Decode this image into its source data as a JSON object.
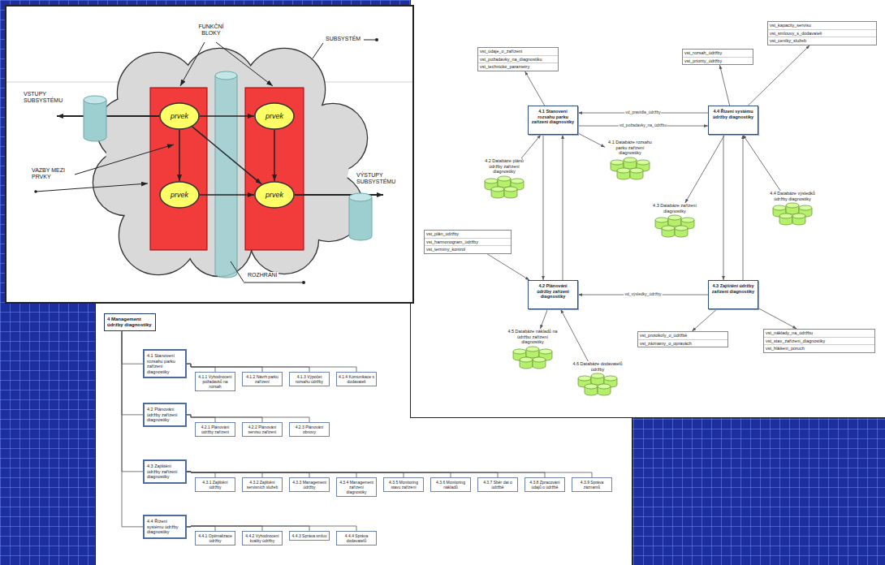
{
  "diagram": {
    "nodes": [
      {
        "text": [
          "prvek"
        ]
      },
      {
        "text": [
          "prvek"
        ]
      },
      {
        "text": [
          "prvek"
        ]
      },
      {
        "text": [
          "prvek"
        ]
      },
      {
        "text": [
          "4.1 Stanovení rozsahu parku zařízení diagnostiky"
        ]
      },
      {
        "text": [
          "4.4 Řízení systému údržby diagnostiky"
        ]
      },
      {
        "text": [
          "4.2 Plánování údržby zařízení diagnostiky"
        ]
      },
      {
        "text": [
          "4.3 Zajištění údržby zařízení diagnostiky"
        ]
      },
      {
        "text": [
          "4.1 Databáze rozsahu parku zařízení diagnostiky"
        ]
      },
      {
        "text": [
          "4.2 Databáze plánů údržby zařízení diagnostiky"
        ]
      },
      {
        "text": [
          "4.3 Databáze zařízení diagnostiky"
        ]
      },
      {
        "text": [
          "4.4 Databáze výsledků údržby diagnostiky"
        ]
      },
      {
        "text": [
          "4.5 Databáze nákladů na údržbu zařízení diagnostiky"
        ]
      },
      {
        "text": [
          "4.6 Databáze dodavatelů údržby"
        ]
      },
      {
        "text": [
          "vst_údaje_o_zařízení",
          "vst_požadavky_na_diagnostiku",
          "vst_technické_parametry"
        ]
      },
      {
        "text": [
          "vst_rozsah_údržby",
          "vst_priority_údržby"
        ]
      },
      {
        "text": [
          "vst_kapacity_servisu",
          "vst_smlouvy_s_dodavateli",
          "vst_ceníky_služeb"
        ]
      },
      {
        "text": [
          "vst_plán_údržby",
          "vst_harmonogram_údržby",
          "vst_termíny_kontrol"
        ]
      },
      {
        "text": [
          "vst_protokoly_o_údržbě",
          "vst_záznamy_o_opravách"
        ]
      },
      {
        "text": [
          "vst_náklady_na_údržbu",
          "vst_stav_zařízení_diagnostiky",
          "vst_hlášení_poruch"
        ]
      },
      {
        "text": [
          "4 Management údržby diagnostiky"
        ]
      },
      {
        "text": [
          "4.1 Stanovení rozsahu parku zařízení diagnostiky"
        ]
      },
      {
        "text": [
          "4.1.1 Vyhodnocení požadavků na rozsah"
        ]
      },
      {
        "text": [
          "4.1.2 Návrh parku zařízení"
        ]
      },
      {
        "text": [
          "4.1.3 Výpočet rozsahu údržby"
        ]
      },
      {
        "text": [
          "4.1.4 Komunikace s dodavateli"
        ]
      },
      {
        "text": [
          "4.2 Plánování údržby zařízení diagnostiky"
        ]
      },
      {
        "text": [
          "4.2.1 Plánování údržby zařízení"
        ]
      },
      {
        "text": [
          "4.2.2 Plánování servisu zařízení"
        ]
      },
      {
        "text": [
          "4.2.3 Plánování obnovy"
        ]
      },
      {
        "text": [
          "4.3 Zajištění údržby zařízení diagnostiky"
        ]
      },
      {
        "text": [
          "4.3.1 Zajištění údržby"
        ]
      },
      {
        "text": [
          "4.3.2 Zajištění servisních služeb"
        ]
      },
      {
        "text": [
          "4.3.3 Management údržby"
        ]
      },
      {
        "text": [
          "4.3.4 Management zařízení diagnostiky"
        ]
      },
      {
        "text": [
          "4.3.5 Monitoring stavu zařízení"
        ]
      },
      {
        "text": [
          "4.3.6 Monitoring nákladů"
        ]
      },
      {
        "text": [
          "4.3.7 Sběr dat o údržbě"
        ]
      },
      {
        "text": [
          "4.3.8 Zpracování údajů o údržbě"
        ]
      },
      {
        "text": [
          "4.3.9 Správa záznamů"
        ]
      },
      {
        "text": [
          "4.4 Řízení systému údržby diagnostiky"
        ]
      },
      {
        "text": [
          "4.4.1 Optimalizace údržby"
        ]
      },
      {
        "text": [
          "4.4.2 Vyhodnocení kvality údržby"
        ]
      },
      {
        "text": [
          "4.4.3 Správa smluv"
        ]
      },
      {
        "text": [
          "4.4.4 Správa dodavatelů"
        ]
      }
    ],
    "edges": [
      {
        "from": 0,
        "to": 1,
        "arrow": "to"
      },
      {
        "from": 0,
        "to": 2,
        "arrow": "to"
      },
      {
        "from": 1,
        "to": 3,
        "arrow": "to"
      },
      {
        "from": 0,
        "to": 3,
        "arrow": "to"
      },
      {
        "from": 2,
        "to": 3,
        "arrow": "to"
      },
      {
        "from": 5,
        "to": 4,
        "label": "vd_pravidla_údržby",
        "arrow": "to"
      },
      {
        "from": 4,
        "to": 5,
        "label": "vd_požadavky_na_údržbu",
        "arrow": "to"
      },
      {
        "from": 4,
        "to": 6,
        "arrow": "to"
      },
      {
        "from": 6,
        "to": 4,
        "arrow": "to"
      },
      {
        "from": 5,
        "to": 7,
        "arrow": "to"
      },
      {
        "from": 7,
        "to": 5,
        "arrow": "to"
      },
      {
        "from": 7,
        "to": 6,
        "label": "vd_výsledky_údržby",
        "arrow": "to"
      },
      {
        "from": 4,
        "to": 8,
        "arrow": "to"
      },
      {
        "from": 9,
        "to": 4,
        "arrow": "to"
      },
      {
        "from": 5,
        "to": 10,
        "arrow": "to"
      },
      {
        "from": 11,
        "to": 5,
        "arrow": "to"
      },
      {
        "from": 6,
        "to": 12,
        "arrow": "to"
      },
      {
        "from": 13,
        "to": 6,
        "arrow": "to"
      },
      {
        "from": 4,
        "to": 14,
        "arrow": "to"
      },
      {
        "from": 5,
        "to": 15,
        "arrow": "to"
      },
      {
        "from": 5,
        "to": 16,
        "arrow": "to"
      },
      {
        "from": 17,
        "to": 6,
        "arrow": "to"
      },
      {
        "from": 7,
        "to": 18,
        "arrow": "to"
      },
      {
        "from": 7,
        "to": 19,
        "arrow": "to"
      },
      {
        "from": 20,
        "to": 21,
        "arrow": "none"
      },
      {
        "from": 21,
        "to": 22,
        "arrow": "none"
      },
      {
        "from": 21,
        "to": 23,
        "arrow": "none"
      },
      {
        "from": 21,
        "to": 24,
        "arrow": "none"
      },
      {
        "from": 21,
        "to": 25,
        "arrow": "none"
      },
      {
        "from": 20,
        "to": 26,
        "arrow": "none"
      },
      {
        "from": 26,
        "to": 27,
        "arrow": "none"
      },
      {
        "from": 26,
        "to": 28,
        "arrow": "none"
      },
      {
        "from": 26,
        "to": 29,
        "arrow": "none"
      },
      {
        "from": 20,
        "to": 30,
        "arrow": "none"
      },
      {
        "from": 30,
        "to": 31,
        "arrow": "none"
      },
      {
        "from": 30,
        "to": 32,
        "arrow": "none"
      },
      {
        "from": 30,
        "to": 33,
        "arrow": "none"
      },
      {
        "from": 30,
        "to": 34,
        "arrow": "none"
      },
      {
        "from": 30,
        "to": 35,
        "arrow": "none"
      },
      {
        "from": 30,
        "to": 36,
        "arrow": "none"
      },
      {
        "from": 30,
        "to": 37,
        "arrow": "none"
      },
      {
        "from": 30,
        "to": 38,
        "arrow": "none"
      },
      {
        "from": 30,
        "to": 39,
        "arrow": "none"
      },
      {
        "from": 20,
        "to": 40,
        "arrow": "none"
      },
      {
        "from": 40,
        "to": 41,
        "arrow": "none"
      },
      {
        "from": 40,
        "to": 42,
        "arrow": "none"
      },
      {
        "from": 40,
        "to": 43,
        "arrow": "none"
      },
      {
        "from": 40,
        "to": 44,
        "arrow": "none"
      }
    ],
    "labels": [
      "FUNKČNÍ BLOKY",
      "SUBSYSTÉM",
      "VSTUPY SUBSYSTÉMU",
      "VAZBY MEZI PRVKY",
      "VÝSTUPY SUBSYSTÉMU",
      "ROZHRANÍ"
    ]
  }
}
